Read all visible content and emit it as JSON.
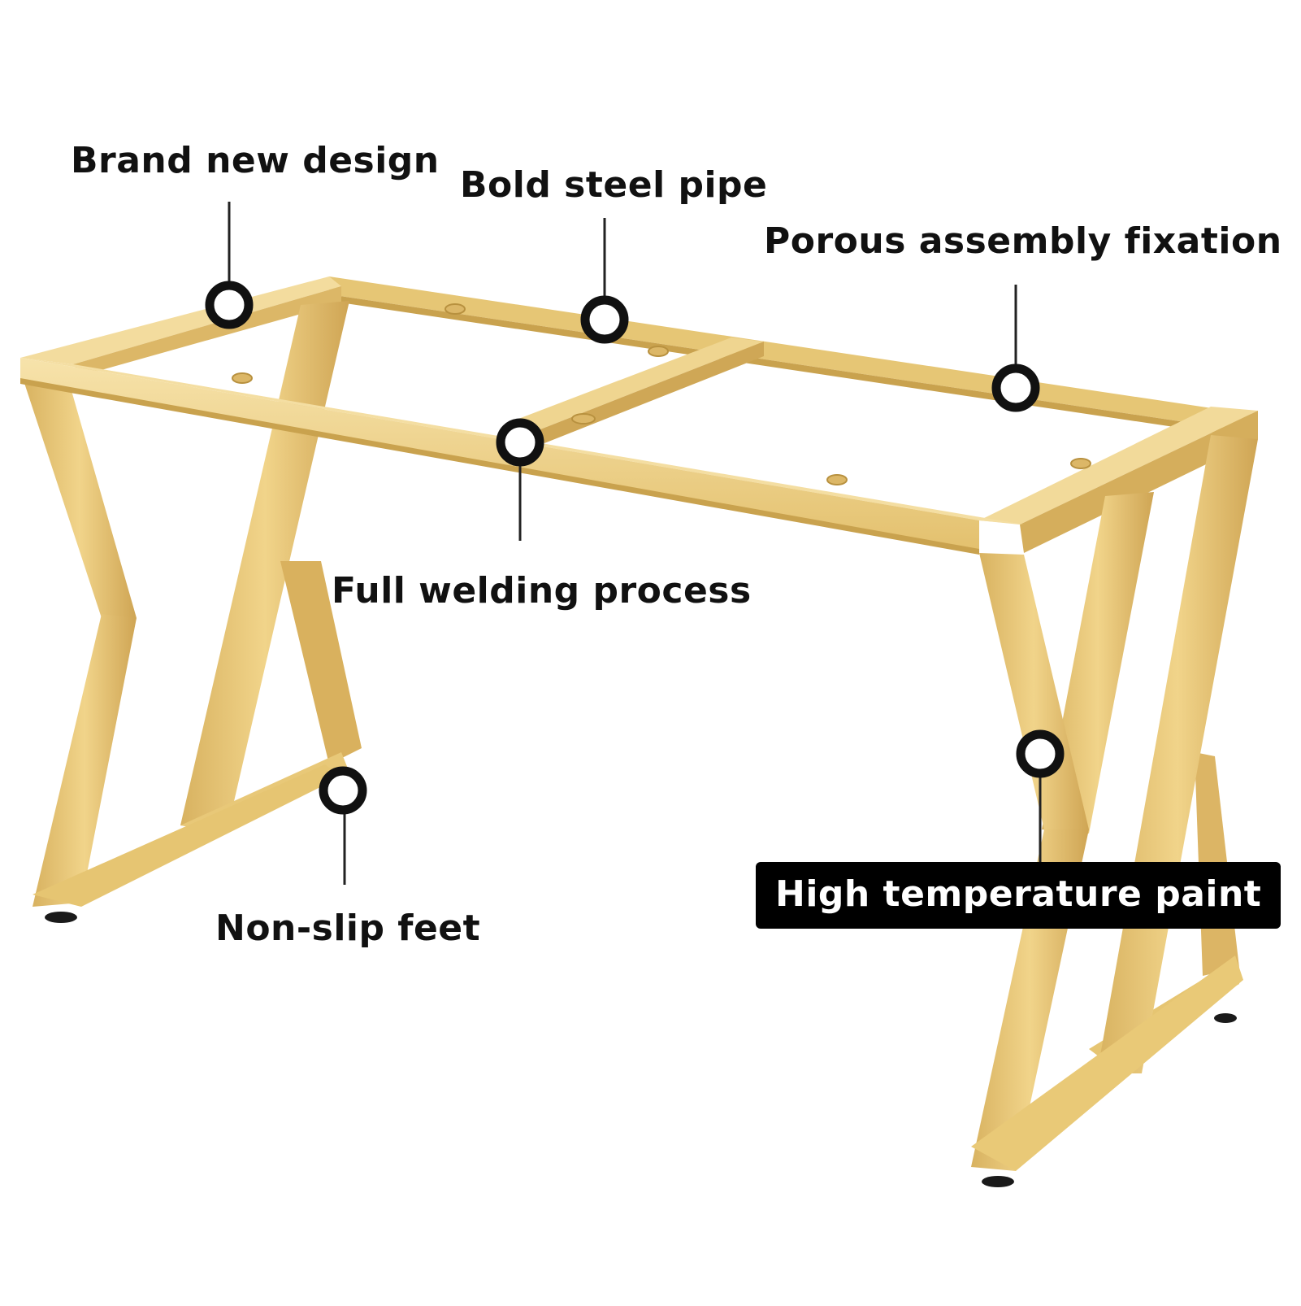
{
  "features": {
    "brand_new_design": "Brand new design",
    "bold_steel_pipe": "Bold steel pipe",
    "porous_assembly_fixation": "Porous assembly fixation",
    "full_welding_process": "Full welding process",
    "non_slip_feet": "Non-slip feet",
    "high_temperature_paint": "High temperature paint"
  },
  "product": {
    "frame_color": "#e9c977",
    "frame_shadow": "#c9a24e",
    "frame_highlight": "#f6e0a4",
    "marker_ring": "#111111",
    "marker_center": "#ffffff",
    "foot_color": "#1a1a1a"
  }
}
